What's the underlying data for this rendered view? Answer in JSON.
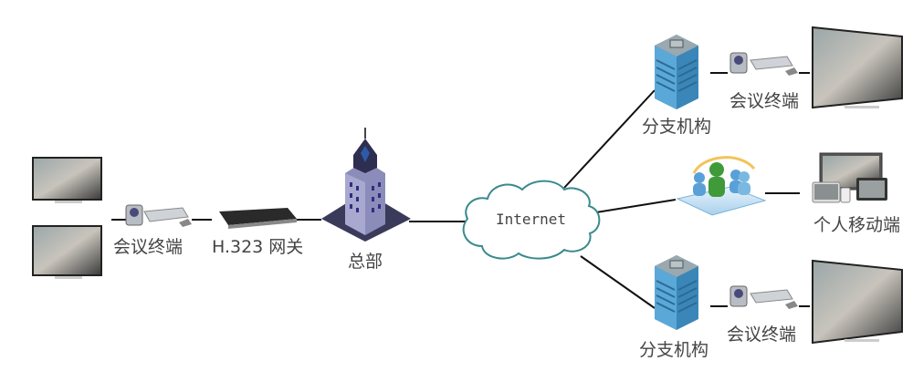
{
  "diagram": {
    "nodes": {
      "left_terminal": {
        "label": "会议终端"
      },
      "gateway": {
        "label": "H.323 网关"
      },
      "headquarters": {
        "label": "总部"
      },
      "internet": {
        "label": "Internet"
      },
      "branch_top": {
        "label": "分支机构"
      },
      "branch_top_terminal": {
        "label": "会议终端"
      },
      "mobile_users": {
        "label": "个人移动端"
      },
      "branch_bottom": {
        "label": "分支机构"
      },
      "branch_bottom_terminal": {
        "label": "会议终端"
      }
    },
    "colors": {
      "line": "#111111",
      "cloud_stroke": "#3a8a8c",
      "label": "#444444",
      "building_blue": "#5aa8d8",
      "hq_purple": "#7a7aa8",
      "user_green": "#3f9a3a",
      "user_blue": "#5aa0d8"
    }
  }
}
